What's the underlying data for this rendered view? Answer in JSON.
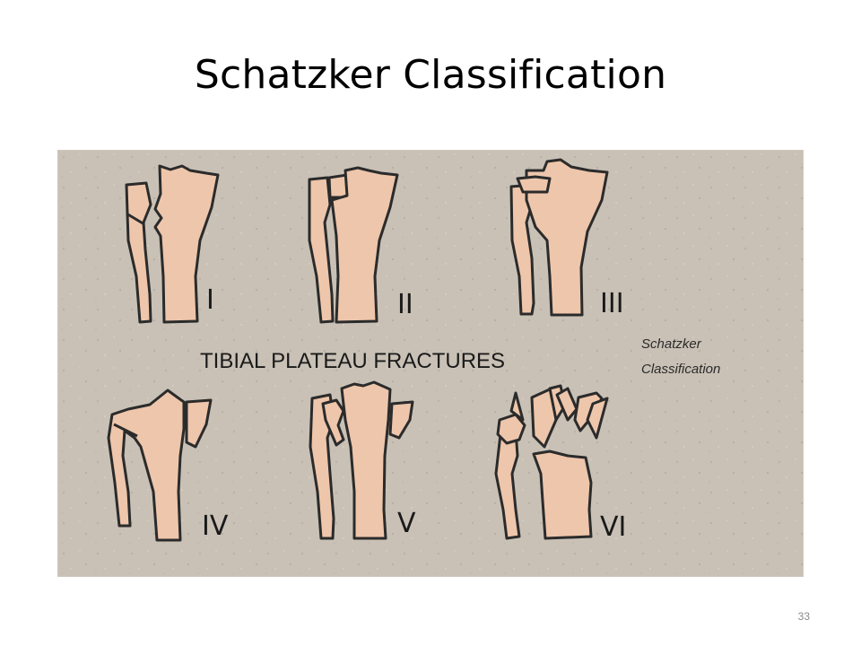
{
  "slide": {
    "title": "Schatzker Classification",
    "page_number": "33"
  },
  "figure": {
    "heading": "TIBIAL PLATEAU FRACTURES",
    "caption_line1": "Schatzker",
    "caption_line2": "Classification",
    "types": [
      {
        "label": "I"
      },
      {
        "label": "II"
      },
      {
        "label": "III"
      },
      {
        "label": "IV"
      },
      {
        "label": "V"
      },
      {
        "label": "VI"
      }
    ],
    "colors": {
      "background": "#c9c1b6",
      "bone": "#eec6ab",
      "outline": "#2b2b2b"
    }
  }
}
